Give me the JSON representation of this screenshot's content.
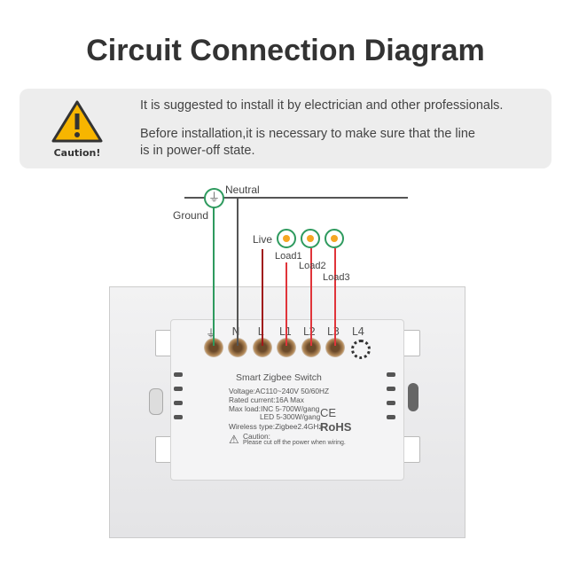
{
  "title": "Circuit Connection Diagram",
  "notice": {
    "caution_label": "Caution!",
    "line1": "It is suggested to install it by electrician and other professionals.",
    "line2": "Before installation,it is necessary to make sure that the line",
    "line3": "is in power-off state."
  },
  "wiring": {
    "neutral": "Neutral",
    "ground": "Ground",
    "live": "Live",
    "load1": "Load1",
    "load2": "Load2",
    "load3": "Load3"
  },
  "terminals": [
    "⏚",
    "N",
    "L",
    "L1",
    "L2",
    "L3",
    "L4"
  ],
  "device": {
    "name": "Smart Zigbee Switch",
    "voltage": "Voltage:AC110~240V   50/60HZ",
    "current": "Rated current:16A Max",
    "maxload1": "Max load:INC 5-700W/gang",
    "maxload2": "LED 5-300W/gang",
    "wireless": "Wireless type:Zigbee2.4GHz",
    "ce": "CE",
    "rohs": "RoHS",
    "caution": "Caution:",
    "caution_text": "Please cut off the power when wiring."
  },
  "colors": {
    "ground": "#2e9a5e",
    "neutral": "#555555",
    "live": "#a01818",
    "load": "#e0343a"
  }
}
